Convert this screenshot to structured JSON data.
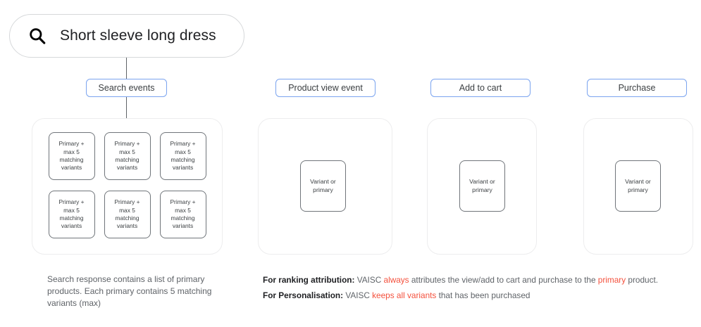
{
  "search": {
    "icon": "search-icon",
    "query": "Short sleeve long dress"
  },
  "stages": [
    {
      "key": "search",
      "label": "Search events"
    },
    {
      "key": "view",
      "label": "Product view event"
    },
    {
      "key": "cart",
      "label": "Add to cart"
    },
    {
      "key": "purchase",
      "label": "Purchase"
    }
  ],
  "search_panel": {
    "cards": [
      {
        "l1": "Primary +",
        "l2": "max 5",
        "l3": "matching",
        "l4": "variants"
      },
      {
        "l1": "Primary +",
        "l2": "max 5",
        "l3": "matching",
        "l4": "variants"
      },
      {
        "l1": "Primary +",
        "l2": "max 5",
        "l3": "matching",
        "l4": "variants"
      },
      {
        "l1": "Primary +",
        "l2": "max 5",
        "l3": "matching",
        "l4": "variants"
      },
      {
        "l1": "Primary +",
        "l2": "max 5",
        "l3": "matching",
        "l4": "variants"
      },
      {
        "l1": "Primary +",
        "l2": "max 5",
        "l3": "matching",
        "l4": "variants"
      }
    ]
  },
  "variant_card": {
    "l1": "Variant",
    "l2": "or",
    "l3": "primary"
  },
  "captions": {
    "left": "Search response contains a list of primary products. Each primary contains 5 matching variants (max)"
  },
  "notes": {
    "ranking": {
      "title": "For ranking attribution:",
      "part1": " VAISC ",
      "hl1": "always",
      "part2": " attributes the view/add to cart and purchase to the ",
      "hl2": "primary",
      "part3": " product."
    },
    "personalisation": {
      "title": "For Personalisation:",
      "part1": " VAISC ",
      "hl1": "keeps all variants",
      "part2": " that has been purchased"
    }
  },
  "colors": {
    "highlight_red": "#f4503c",
    "label_border_blue": "#7ba4ef",
    "panel_border": "#ededee",
    "card_border": "#70757a",
    "text_muted": "#5f6368"
  }
}
